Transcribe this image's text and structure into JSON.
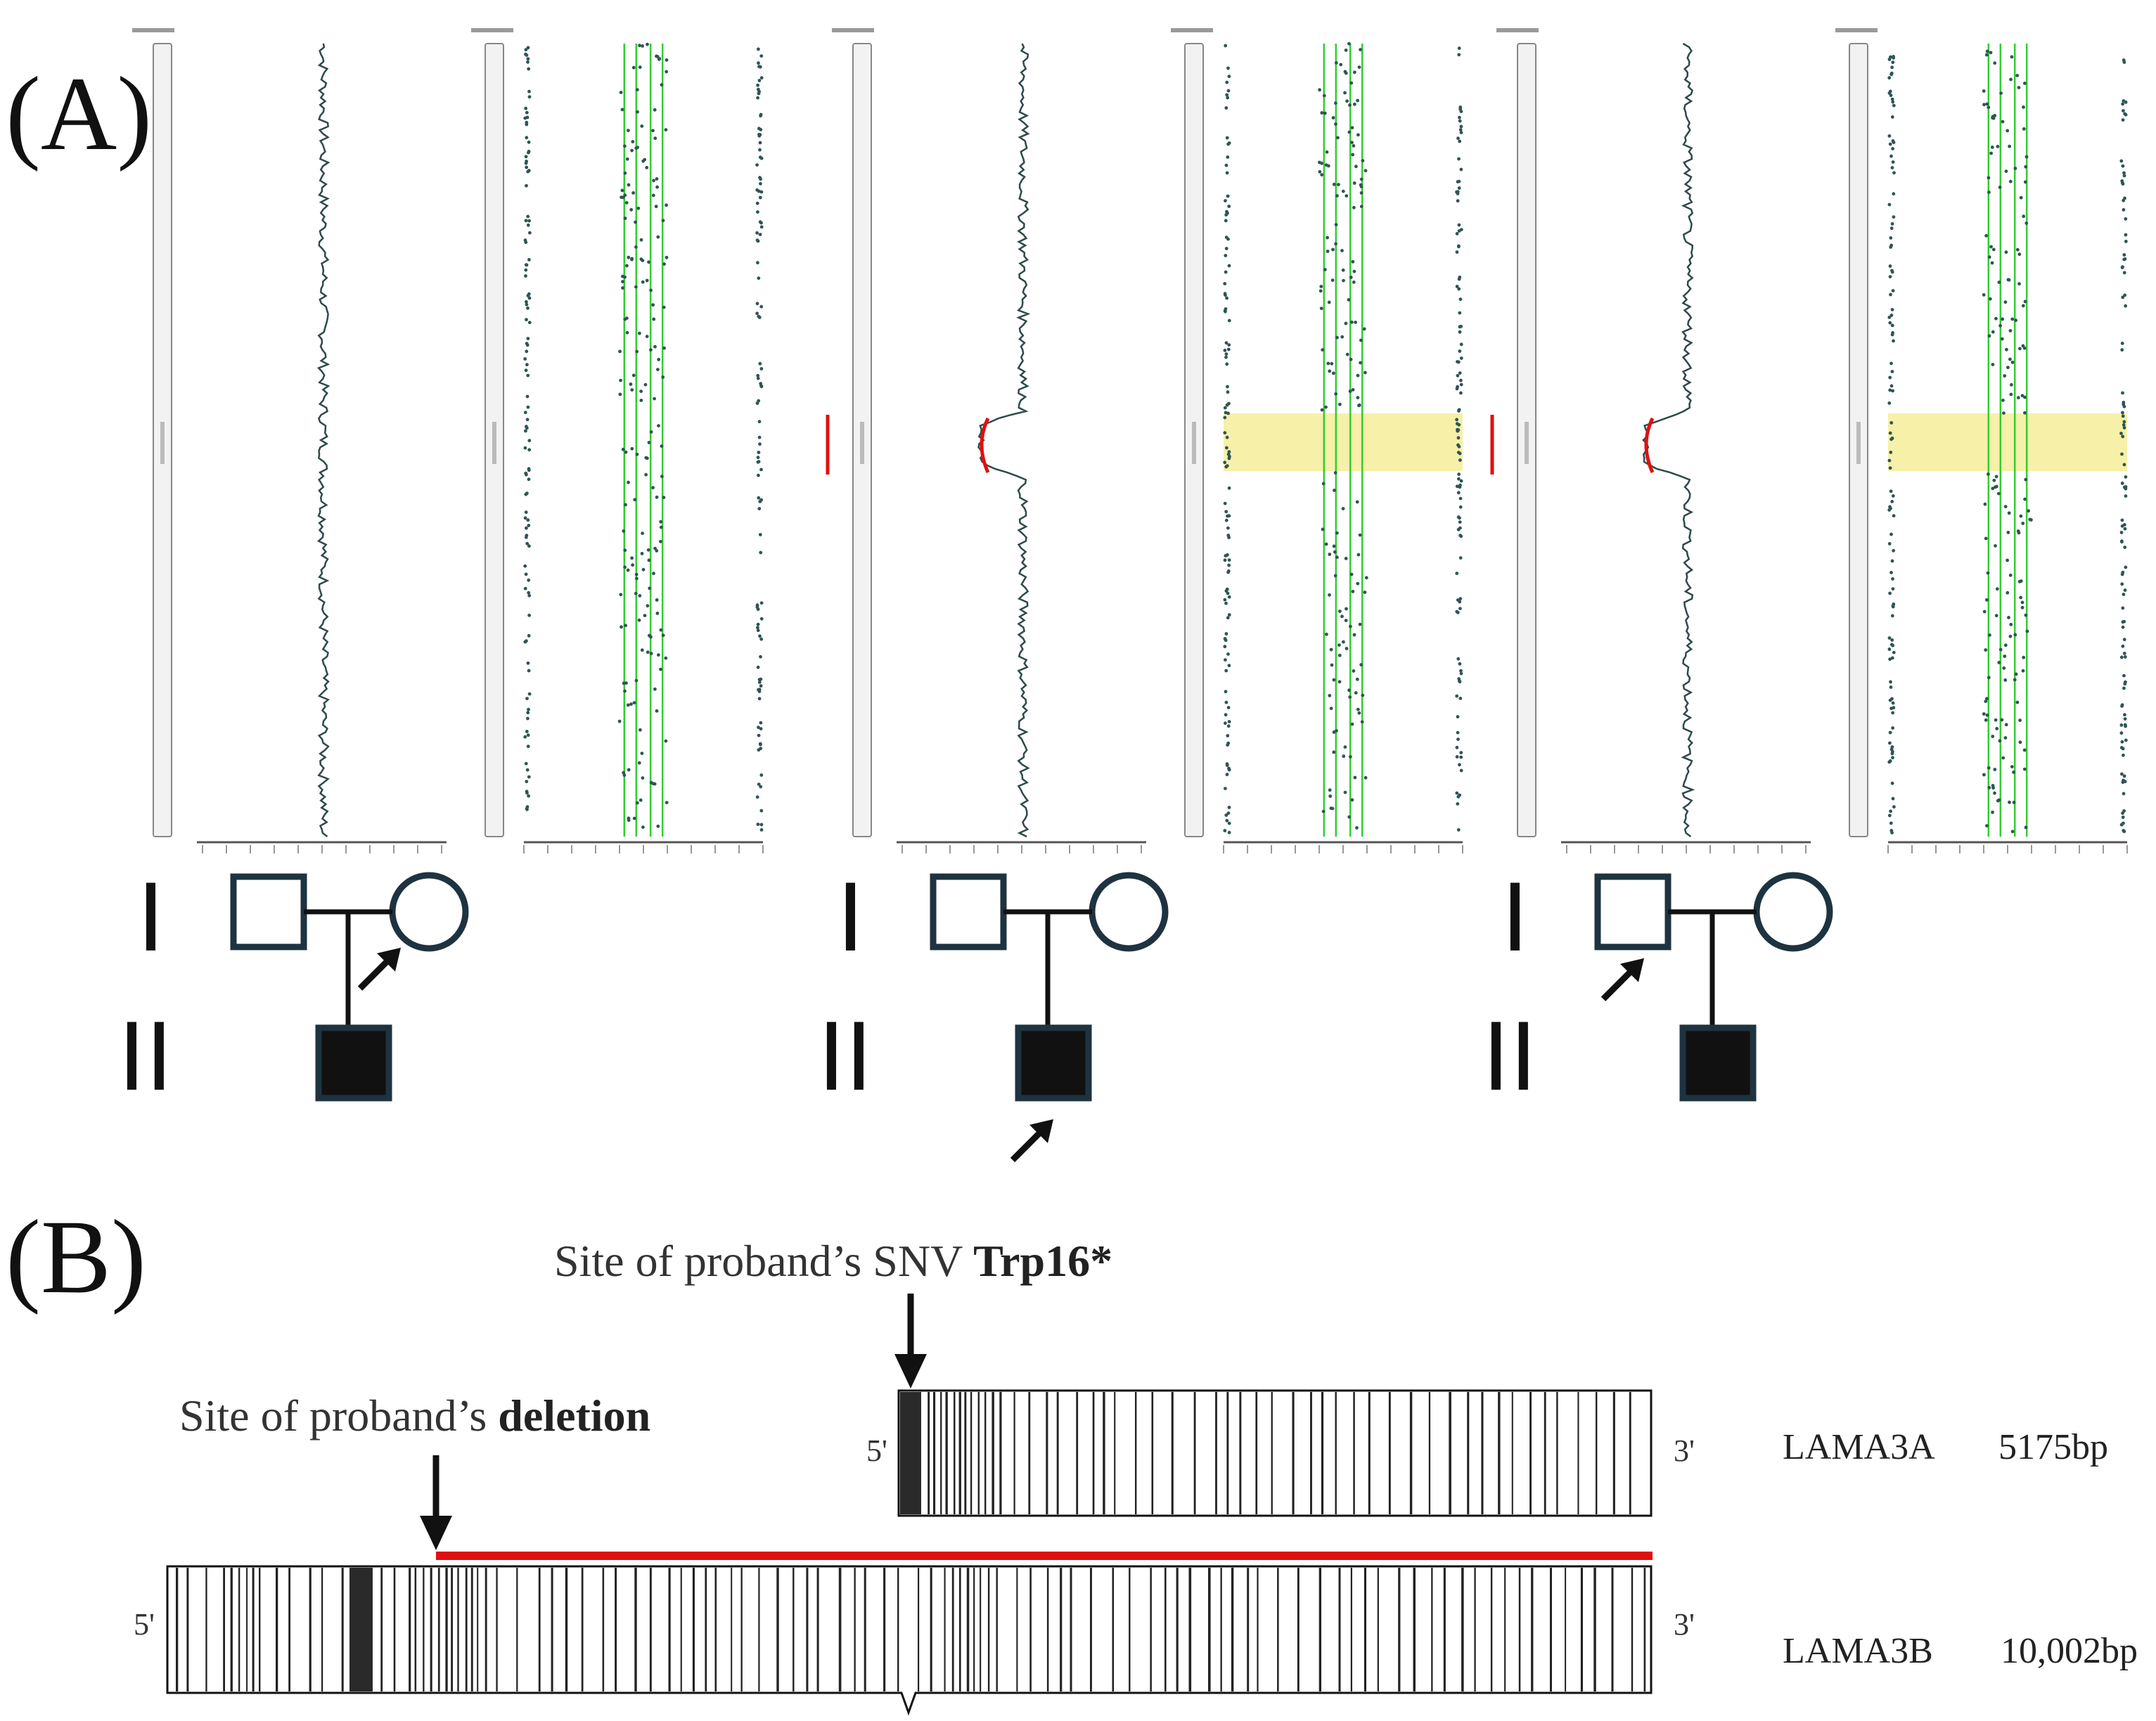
{
  "colors": {
    "ink": "#111111",
    "pedigree_stroke": "#1e3340",
    "trace": "#2e4a4a",
    "dots": "#2f5555",
    "green_lines": "#33cc33",
    "highlight": "#f6f0a8",
    "deletion": "#e01010"
  },
  "panel_a": {
    "label": "(A)",
    "families": [
      {
        "key": "mother",
        "deletion": false,
        "arrow_on": "mother"
      },
      {
        "key": "proband",
        "deletion": true,
        "arrow_on": "child"
      },
      {
        "key": "father",
        "deletion": true,
        "arrow_on": "father"
      }
    ],
    "pedigree": {
      "generation_1": "I",
      "generation_2": "II"
    }
  },
  "panel_b": {
    "label": "(B)",
    "snv_label_prefix": "Site of proband’s SNV ",
    "snv_label_bold": "Trp16*",
    "deletion_label_prefix": "Site of proband’s ",
    "deletion_label_bold": "deletion",
    "genes": [
      {
        "name": "LAMA3A",
        "size": "5175bp",
        "five_prime": "5'",
        "three_prime": "3'"
      },
      {
        "name": "LAMA3B",
        "size": "10,002bp",
        "five_prime": "5'",
        "three_prime": "3'"
      }
    ]
  }
}
